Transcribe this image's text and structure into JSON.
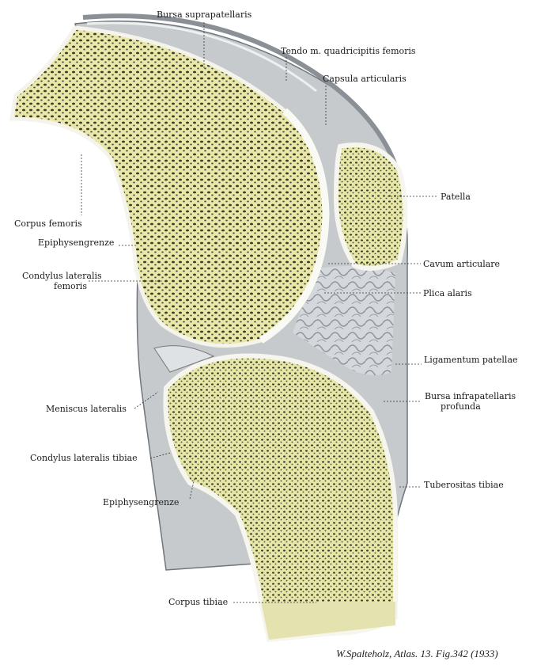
{
  "figure": {
    "labels": {
      "bursa_suprapatellaris": "Bursa suprapatellaris",
      "tendo_quadricipitis": "Tendo m. quadricipitis femoris",
      "capsula_articularis": "Capsula articularis",
      "patella": "Patella",
      "cavum_articulare": "Cavum articulare",
      "plica_alaris": "Plica alaris",
      "ligamentum_patellae": "Ligamentum patellae",
      "bursa_infrapatellaris_1": "Bursa infrapatellaris",
      "bursa_infrapatellaris_2": "profunda",
      "tuberositas_tibiae": "Tuberositas tibiae",
      "corpus_femoris": "Corpus femoris",
      "epiphysengrenze_femur": "Epiphysengrenze",
      "condylus_lat_femoris_1": "Condylus lateralis",
      "condylus_lat_femoris_2": "femoris",
      "meniscus_lateralis": "Meniscus lateralis",
      "condylus_lat_tibiae": "Condylus lateralis tibiae",
      "epiphysengrenze_tibia": "Epiphysengrenze",
      "corpus_tibiae": "Corpus tibiae"
    },
    "credit": "W.Spalteholz, Atlas. 13. Fig.342 (1933)",
    "colors": {
      "bone": "#ecebb0",
      "trabecula": "#3a3a2a",
      "tissue": "#c9cdd0",
      "cortex": "#f4f4ec"
    }
  }
}
